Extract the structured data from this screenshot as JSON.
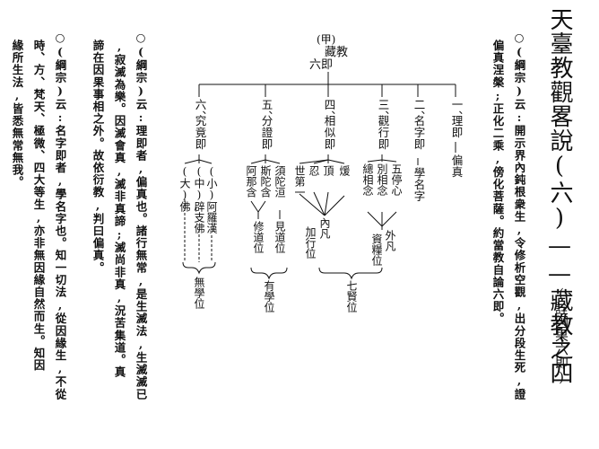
{
  "title": {
    "main": "天臺教觀畧說(六)——藏教之四",
    "sub": "(詮因果六即)"
  },
  "paragraphs": [
    "○(綱宗)云:開示界內鈍根衆生,令修析空觀,出分段生死,證",
    "偏真涅槃;正化二乘,傍化菩薩。約當教自論六即。",
    "○(綱宗)云:理即者,偏真也。諸行無常,是生滅法,生滅滅已",
    ",寂滅為樂。因滅會真,滅非真諦;滅尚非真,況苦集道。真",
    "諦在因果事相之外。故依衍教,判曰偏真。",
    "○(綱宗)云:名字即者,學名字也。知一切法,從因緣生,不從",
    "時、方、梵天、極微、四大等生,亦非無因緣自然而生。知因",
    "緣所生法,皆悉無常無我。"
  ],
  "diagram": {
    "root": {
      "mark": "(甲)",
      "name": "藏教",
      "label": "六即"
    },
    "stages": [
      {
        "num": "一、",
        "name": "理即",
        "detail": "偏真"
      },
      {
        "num": "二、",
        "name": "名字即",
        "detail": "學名字"
      },
      {
        "num": "三、",
        "name": "觀行即",
        "items": [
          "五停心",
          "別相念",
          "總相念"
        ]
      },
      {
        "num": "四、",
        "name": "相似即",
        "items": [
          "煖",
          "頂",
          "忍",
          "世第一"
        ]
      },
      {
        "num": "五、",
        "name": "分證即",
        "items": [
          "須陀洹",
          "斯陀含",
          "阿那含"
        ]
      },
      {
        "num": "六、",
        "name": "究竟即",
        "items": [
          "(小)阿羅漢",
          "(中)辟支佛",
          "(大)佛"
        ]
      }
    ],
    "groups": {
      "outer_fan": "外凡",
      "outer_fan_detail": "資糧位",
      "inner_fan": "內凡",
      "inner_fan_detail": "加行位",
      "seven_sages": "七賢位",
      "see_path": "見道位",
      "cultivate_path": "修道位",
      "has_learning": "有學位",
      "no_learning": "無學位"
    }
  }
}
